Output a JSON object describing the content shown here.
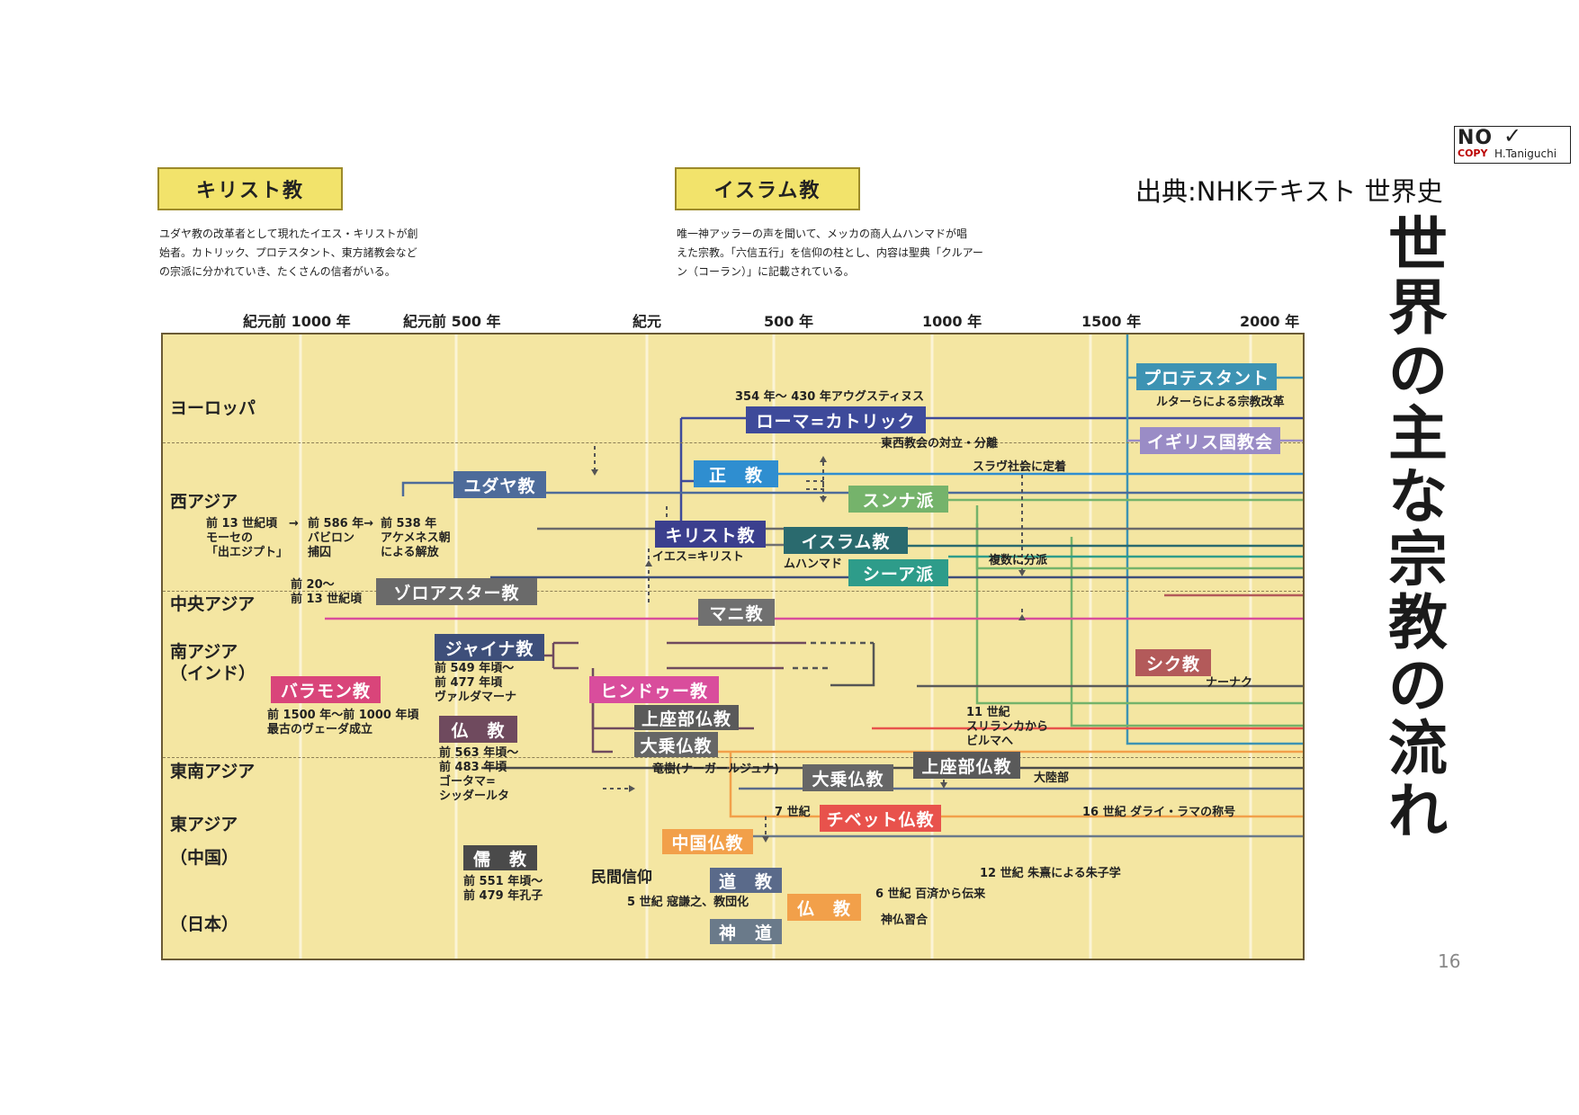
{
  "header": {
    "christianity_title": "キリスト教",
    "christianity_desc": "ユダヤ教の改革者として現れたイエス・キリストが創\n始者。カトリック、プロテスタント、東方諸教会など\nの宗派に分かれていき、たくさんの信者がいる。",
    "islam_title": "イスラム教",
    "islam_desc": "唯一神アッラーの声を聞いて、メッカの商人ムハンマドが唱\nえた宗教。「六信五行」を信仰の柱とし、内容は聖典「クルアー\nン（コーラン）」に記載されている。",
    "source": "出典:NHKテキスト 世界史"
  },
  "stamp": {
    "no": "NO",
    "copy": "COPY",
    "name": "H.Taniguchi"
  },
  "title_chars": [
    "世",
    "界",
    "の",
    "主",
    "な",
    "宗",
    "教",
    "の",
    "流",
    "れ"
  ],
  "page_number": "16",
  "timeline": {
    "ticks": [
      "紀元前 1000 年",
      "紀元前 500 年",
      "紀元",
      "500 年",
      "1000 年",
      "1500 年",
      "2000 年"
    ],
    "regions": [
      "ヨーロッパ",
      "西アジア",
      "中央アジア",
      "南アジア\n（インド）",
      "東南アジア",
      "東アジア",
      "（中国）",
      "（日本）"
    ]
  },
  "nodes": {
    "protestant": "プロテスタント",
    "catholic": "ローマ=カトリック",
    "anglican": "イギリス国教会",
    "orthodox": "正　教",
    "judaism": "ユダヤ教",
    "sunni": "スンナ派",
    "christianity": "キリスト教",
    "islam": "イスラム教",
    "shia": "シーア派",
    "zoroastrianism": "ゾロアスター教",
    "manichaeism": "マニ教",
    "jainism": "ジャイナ教",
    "sikhism": "シク教",
    "brahmanism": "バラモン教",
    "hinduism": "ヒンドゥー教",
    "buddhism": "仏　教",
    "theravada": "上座部仏教",
    "mahayana": "大乗仏教",
    "theravada_sea": "上座部仏教",
    "mahayana_sea": "大乗仏教",
    "tibetan": "チベット仏教",
    "chinese_buddhism": "中国仏教",
    "confucianism": "儒　教",
    "taoism": "道　教",
    "japan_buddhism": "仏　教",
    "shinto": "神　道"
  },
  "notes": {
    "augustine": "354 年～ 430 年アウグスティヌス",
    "luther": "ルターらによる宗教改革",
    "schism": "東西教会の対立・分離",
    "slavic": "スラヴ社会に定着",
    "moses": "前 13 世紀頃\nモーセの\n「出エジプト」",
    "babylon": "前 586 年→\nバビロン\n捕囚",
    "arrow1": "→",
    "achaemenid": "前 538 年\nアケメネス朝\nによる解放",
    "jesus": "イエス=キリスト",
    "muhammad": "ムハンマド",
    "split": "複数に分派",
    "zoro_date": "前 20～\n前 13 世紀頃",
    "vardhamana": "前 549 年頃～\n前 477 年頃\nヴァルダマーナ",
    "nanak": "ナーナク",
    "veda": "前 1500 年～前 1000 年頃\n最古のヴェーダ成立",
    "gautama": "前 563 年頃～\n前 483 年頃\nゴータマ=\nシッダールタ",
    "srilanka": "11 世紀\nスリランカから\nビルマへ",
    "nagarjuna": "竜樹(ナーガールジュナ)",
    "mainland": "大陸部",
    "seventh": "7 世紀",
    "dalai": "16 世紀 ダライ・ラマの称号",
    "zhuxi": "12 世紀 朱熹による朱子学",
    "folk": "民間信仰",
    "confucius": "前 551 年頃～\n前 479 年孔子",
    "kou": "5 世紀 寇謙之、教団化",
    "baekje": "6 世紀 百済から伝来",
    "syncretism": "神仏習合"
  },
  "colors": {
    "catholic": "#3e4a9a",
    "protestant": "#3d93b3",
    "anglican": "#9a8cc6",
    "orthodox": "#2f8ed0",
    "judaism": "#4d6b9a",
    "sunni": "#75b36b",
    "christianity": "#3b3f8e",
    "islam": "#2a6a6e",
    "shia": "#2e9c8a",
    "zoroastrianism": "#6a6a6a",
    "manichaeism": "#707070",
    "jainism": "#3e4f7a",
    "sikh": "#b35a5a",
    "brahman": "#d9457a",
    "hindu": "#d94d9c",
    "buddhism": "#6f4a5e",
    "theravada": "#5a5a5a",
    "mahayana": "#666666",
    "tibetan": "#e8524c",
    "chinese": "#f2a04a",
    "confucian": "#4a4a4a",
    "taoist": "#5a6a8a",
    "shinto": "#6a7a8a",
    "jpbuddhism": "#f2a04a"
  }
}
